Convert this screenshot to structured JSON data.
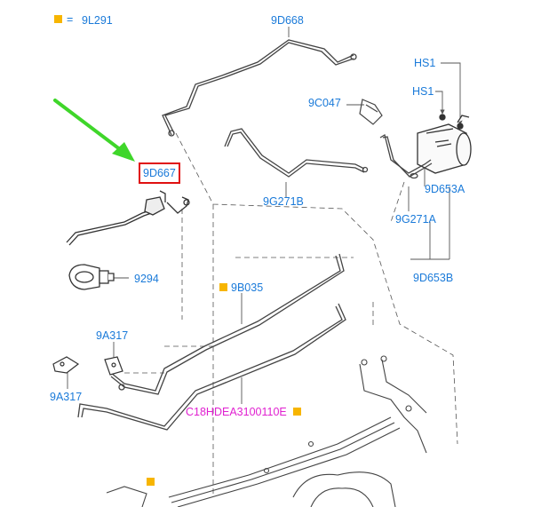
{
  "legend": {
    "marker_color": "#f7b500",
    "equals": "=",
    "code": "9L291"
  },
  "labels": {
    "p9D668": "9D668",
    "p9C047": "9C047",
    "pHS1a": "HS1",
    "pHS1b": "HS1",
    "p9D667": "9D667",
    "p9G271B": "9G271B",
    "p9D653A": "9D653A",
    "p9G271A": "9G271A",
    "p9D653B": "9D653B",
    "p9294": "9294",
    "p9B035": "9B035",
    "p9A317a": "9A317",
    "p9A317b": "9A317",
    "pC18": "C18HDEA3100110E"
  },
  "colors": {
    "label_blue": "#1a7ad9",
    "label_magenta": "#e020d0",
    "highlight_red": "#e01010",
    "arrow_green": "#3fd62a",
    "marker_orange": "#f7b500",
    "line_dark": "#333333",
    "leader_grey": "#777777"
  },
  "highlight": {
    "part": "9D667"
  }
}
